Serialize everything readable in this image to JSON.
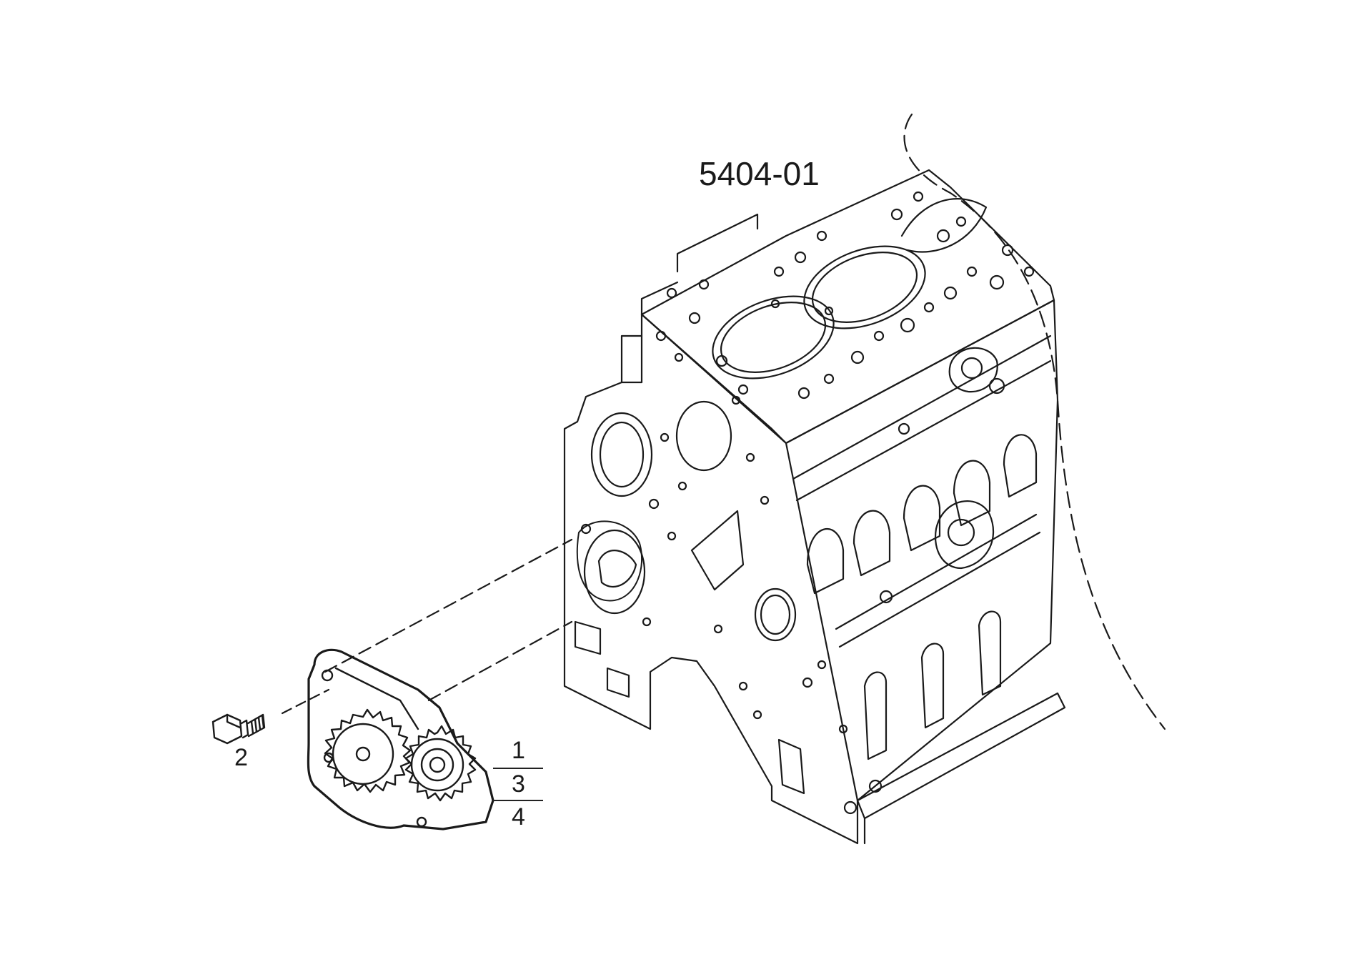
{
  "diagram": {
    "reference_code": "5404-01",
    "callouts": {
      "bolt": "2",
      "stack_top": "1",
      "stack_middle": "3",
      "stack_bottom": "4"
    }
  },
  "colors": {
    "line": "#1a1a1a",
    "background": "#ffffff"
  }
}
